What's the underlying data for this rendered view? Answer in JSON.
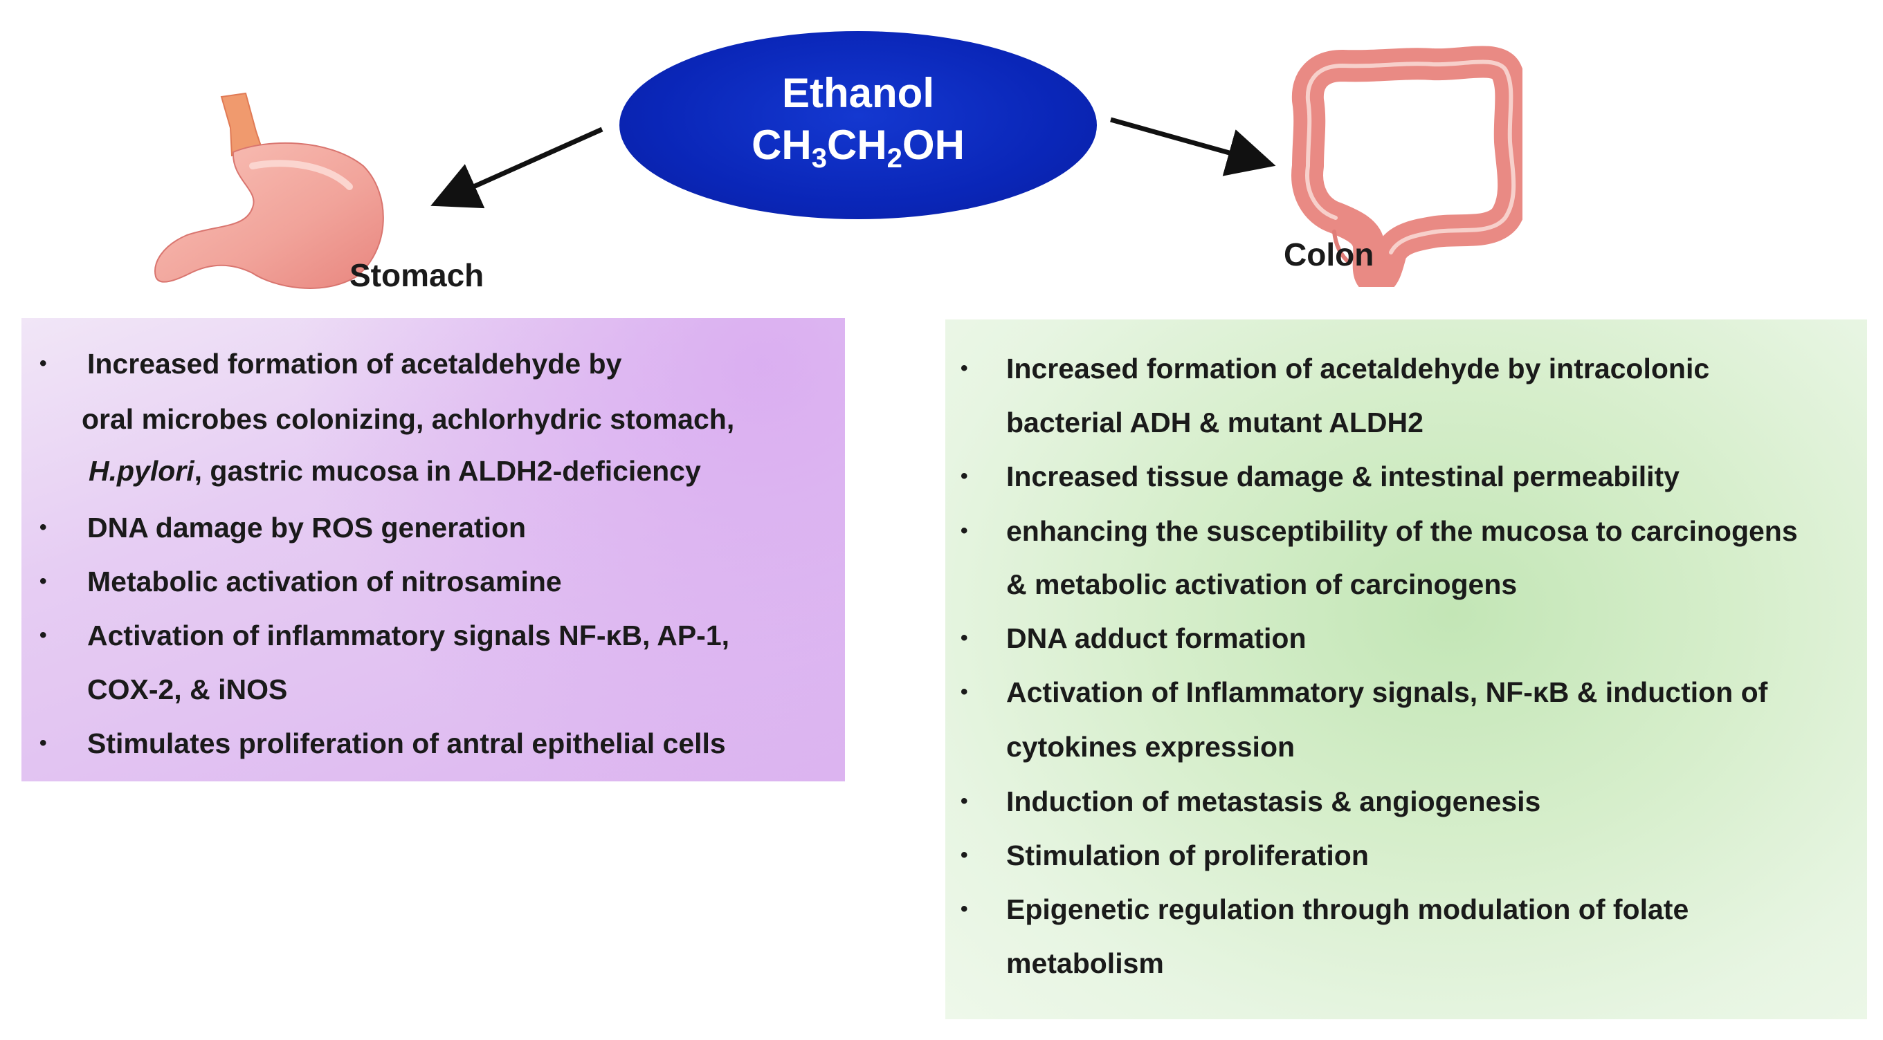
{
  "ethanol": {
    "name": "Ethanol",
    "formula_parts": [
      "CH",
      "3",
      "CH",
      "2",
      "OH"
    ]
  },
  "stomach": {
    "label": "Stomach",
    "items": [
      {
        "lines": [
          "Increased formation of acetaldehyde by",
          "oral microbes colonizing, achlorhydric stomach,"
        ],
        "last_italic": "H.pylori",
        "last_rest": ", gastric mucosa in ALDH2-deficiency"
      },
      {
        "lines": [
          "DNA damage by ROS generation"
        ]
      },
      {
        "lines": [
          "Metabolic activation of nitrosamine"
        ]
      },
      {
        "lines": [
          "Activation of inflammatory signals NF-κB, AP-1,",
          "COX-2, & iNOS"
        ]
      },
      {
        "lines": [
          "Stimulates proliferation of antral epithelial cells"
        ]
      }
    ]
  },
  "colon": {
    "label": "Colon",
    "items": [
      {
        "lines": [
          "Increased formation of acetaldehyde by intracolonic",
          "bacterial ADH & mutant ALDH2"
        ]
      },
      {
        "lines": [
          "Increased tissue damage & intestinal permeability"
        ]
      },
      {
        "lines": [
          "enhancing the susceptibility of the mucosa to carcinogens",
          "& metabolic activation of carcinogens"
        ]
      },
      {
        "lines": [
          "DNA adduct formation"
        ]
      },
      {
        "lines": [
          "Activation of Inflammatory signals, NF-κB & induction of",
          "cytokines expression"
        ]
      },
      {
        "lines": [
          "Induction of metastasis & angiogenesis"
        ]
      },
      {
        "lines": [
          "Stimulation of proliferation"
        ]
      },
      {
        "lines": [
          "Epigenetic regulation through modulation of folate",
          "metabolism"
        ]
      }
    ]
  },
  "bullet_char": "•",
  "colors": {
    "ellipse": "#0a26b8",
    "stomach_box": "#e6cdf3",
    "colon_box": "#d6eecb",
    "organ": "#ef8f8a"
  }
}
